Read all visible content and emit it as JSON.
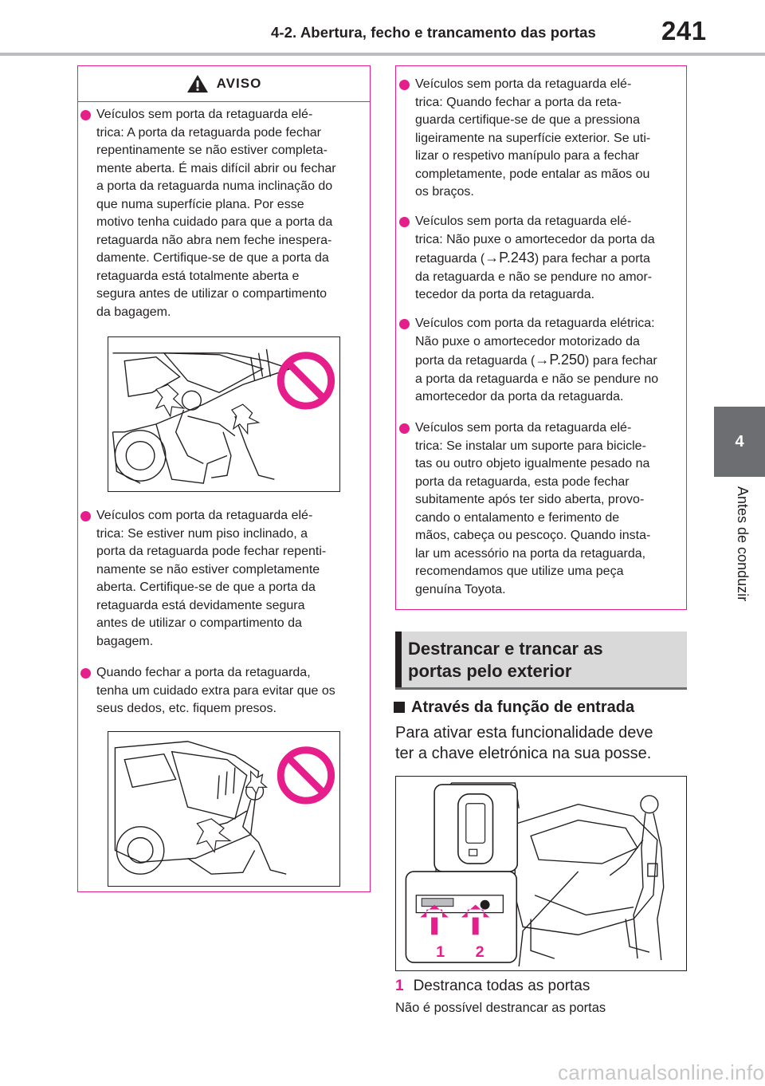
{
  "header": {
    "section_title": "4-2. Abertura, fecho e trancamento das portas",
    "page_number": "241"
  },
  "side_tab": {
    "chapter_number": "4",
    "chapter_title": "Antes de conduzir"
  },
  "warning": {
    "title": "AVISO",
    "left_items": [
      "Veículos sem porta da retaguarda elé-\ntrica: A porta da retaguarda pode fechar\nrepentinamente se não estiver completa-\nmente aberta. É mais difícil abrir ou fechar\na porta da retaguarda numa inclinação do\nque numa superfície plana. Por esse\nmotivo tenha cuidado para que a porta da\nretaguarda não abra nem feche inespera-\ndamente. Certifique-se de que a porta da\nretaguarda está totalmente aberta e\nsegura antes de utilizar o compartimento\nda bagagem.",
      "Veículos com porta da retaguarda elé-\ntrica: Se estiver num piso inclinado, a\nporta da retaguarda pode fechar repenti-\nnamente se não estiver completamente\naberta. Certifique-se de que a porta da\nretaguarda está devidamente segura\nantes de utilizar o compartimento da\nbagagem.",
      "Quando fechar a porta da retaguarda,\ntenha um cuidado extra para evitar que os\nseus dedos, etc. fiquem presos."
    ],
    "right_item_1": "Veículos sem porta da retaguarda elé-\ntrica: Quando fechar a porta da reta-\nguarda certifique-se de que a pressiona\nligeiramente na superfície exterior. Se uti-\nlizar o respetivo manípulo para a fechar\ncompletamente, pode entalar as mãos ou\nos braços.",
    "right_item_2": {
      "before": "Veículos sem porta da retaguarda elé-\ntrica: Não puxe o amortecedor da porta da\nretaguarda (",
      "ref": "→P.243",
      "after": ") para fechar a porta\nda retaguarda e não se pendure no amor-\ntecedor da porta da retaguarda."
    },
    "right_item_3": {
      "before": "Veículos com porta da retaguarda elétrica:\nNão puxe o amortecedor motorizado da\nporta da retaguarda (",
      "ref": "→P.250",
      "after": ") para fechar\na porta da retaguarda e não se pendure no\namortecedor da porta da retaguarda."
    },
    "right_item_4": "Veículos sem porta da retaguarda elé-\ntrica: Se instalar um suporte para bicicle-\ntas ou outro objeto igualmente pesado na\nporta da retaguarda, esta pode fechar\nsubitamente após ter sido aberta, provo-\ncando o entalamento e ferimento de\nmãos, cabeça ou pescoço. Quando insta-\nlar um acessório na porta da retaguarda,\nrecomendamos que utilize uma peça\ngenuína Toyota."
  },
  "section": {
    "heading": "Destrancar e trancar as\nportas pelo exterior",
    "subheading": "Através da função de entrada",
    "body": "Para ativar esta funcionalidade deve\nter a chave eletrónica na sua posse.",
    "figure_labels": [
      "1",
      "2"
    ],
    "step_number": "1",
    "step_text": "Destranca todas as portas",
    "step_desc": "Não é possível destrancar as portas"
  },
  "colors": {
    "accent": "#e51e8c",
    "tab": "#6d6e71",
    "heading_bg": "#d9d9d9"
  },
  "watermark": "carmanualsonline.info"
}
